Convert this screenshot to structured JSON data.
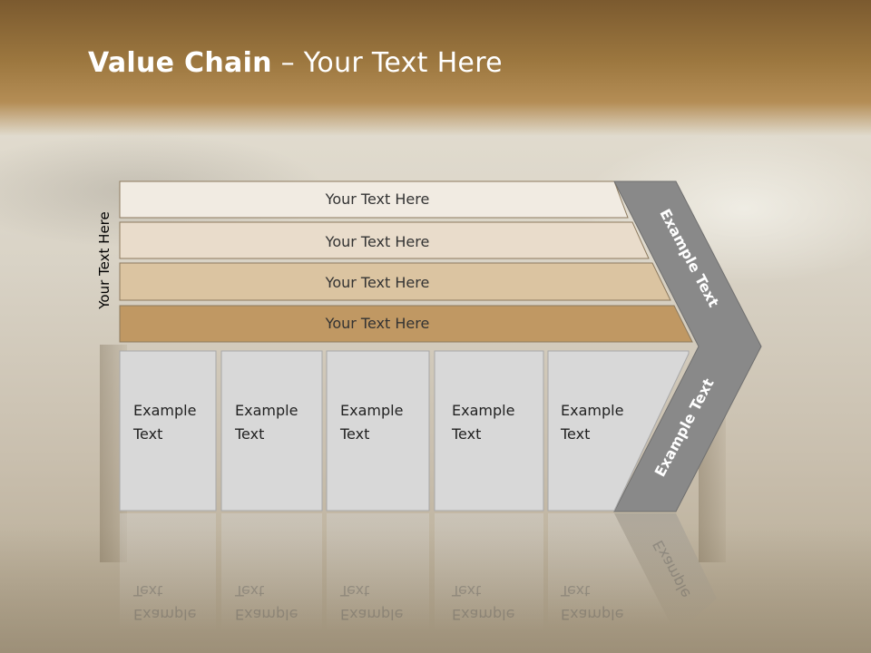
{
  "title": {
    "bold": "Value Chain",
    "rest": " – Your Text Here"
  },
  "side_label": "Your Text Here",
  "bars": [
    {
      "label": "Your Text Here",
      "color": "#f1ebe2"
    },
    {
      "label": "Your Text Here",
      "color": "#e9dccb"
    },
    {
      "label": "Your Text Here",
      "color": "#dbc4a1"
    },
    {
      "label": "Your Text Here",
      "color": "#c09863"
    }
  ],
  "arrow_labels": {
    "upper": "Example Text",
    "lower": "Example Text",
    "reflection": "Example"
  },
  "boxes": [
    {
      "line1": "Example",
      "line2": "Text"
    },
    {
      "line1": "Example",
      "line2": "Text"
    },
    {
      "line1": "Example",
      "line2": "Text"
    },
    {
      "line1": "Example",
      "line2": "Text"
    },
    {
      "line1": "Example",
      "line2": "Text"
    }
  ],
  "colors": {
    "arrow": "#898989",
    "box_fill": "#d8d8d8",
    "header": "#9c773f"
  }
}
